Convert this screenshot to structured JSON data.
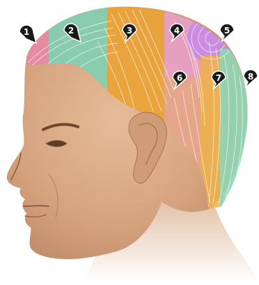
{
  "diagram": {
    "zones": [
      {
        "marker": "1",
        "color": "#e58aa6"
      },
      {
        "marker": "2",
        "color": "#7fd0b2"
      },
      {
        "marker": "3",
        "color": "#e9a336"
      },
      {
        "marker": "4",
        "color": "#e7a0c6"
      },
      {
        "marker": "5",
        "color": "#c889e8"
      },
      {
        "marker": "6",
        "color": "#e6a58b"
      },
      {
        "marker": "7",
        "color": "#f0b24a"
      },
      {
        "marker": "8",
        "color": "#8fd7b5"
      }
    ],
    "skin_color": "#d9aa86",
    "flow_line_color": "#fff6e6"
  }
}
